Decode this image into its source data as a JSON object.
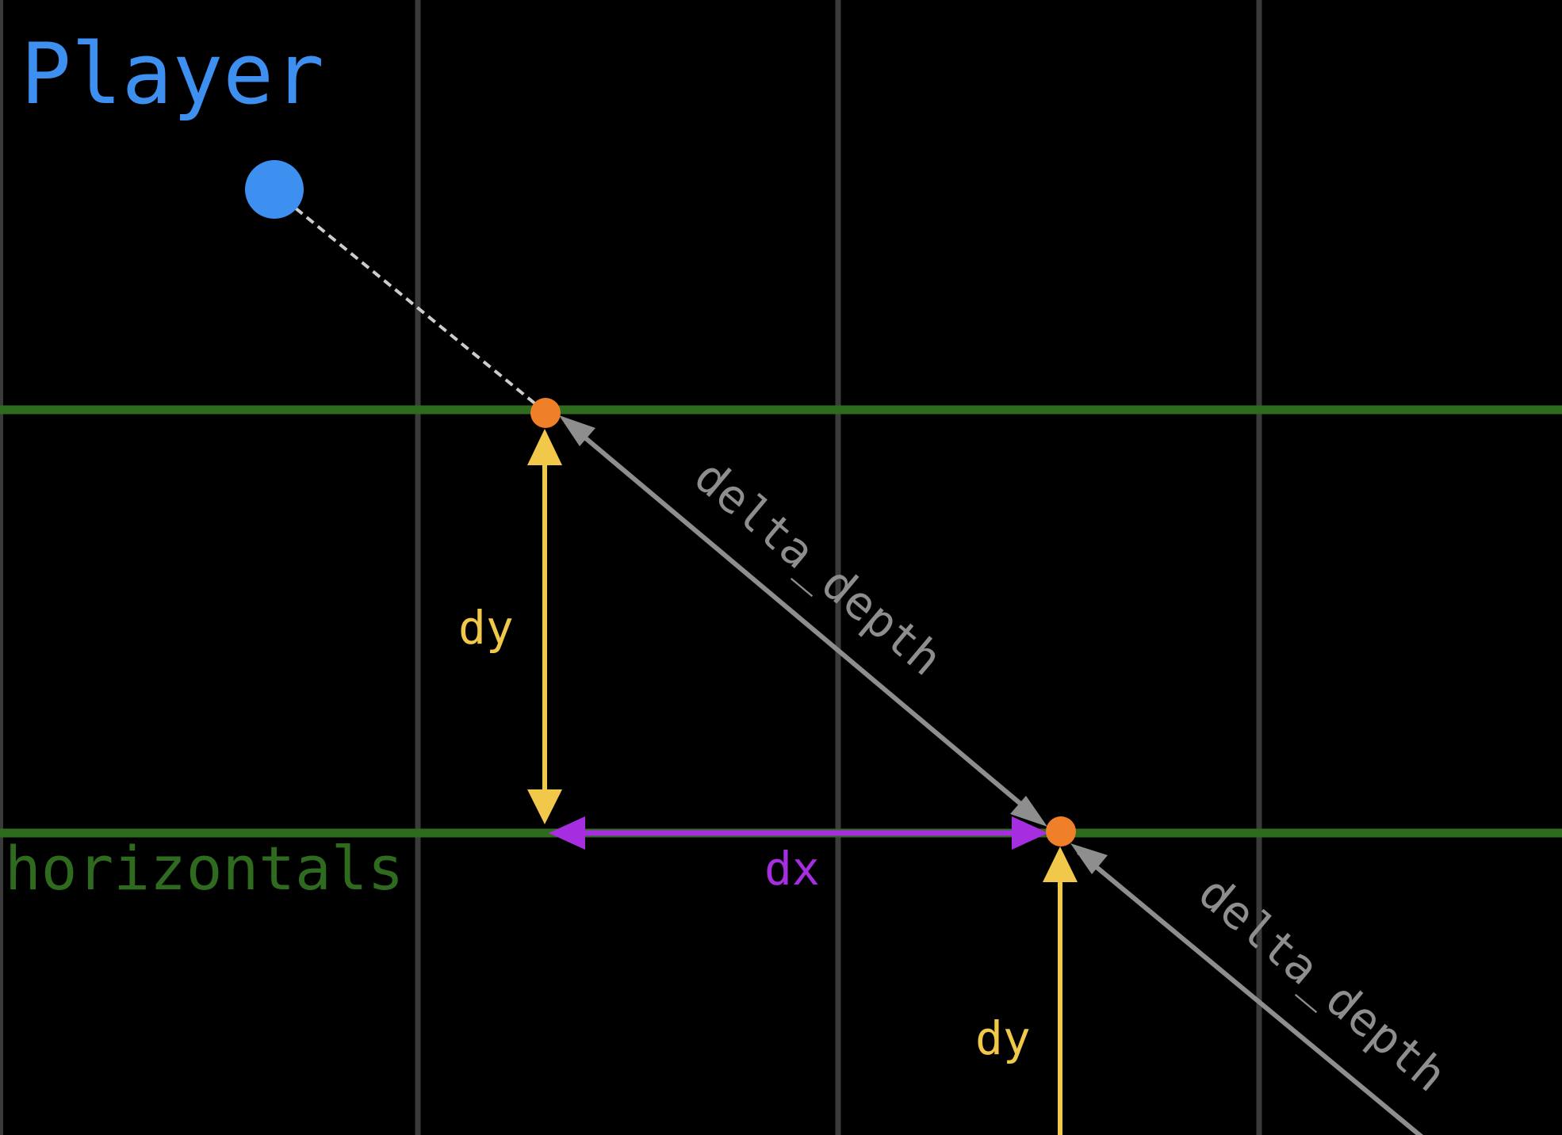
{
  "labels": {
    "player": "Player",
    "horizontals": "horizontals",
    "dx": "dx",
    "dy_first": "dy",
    "dy_second": "dy",
    "delta_depth_first": "delta_depth",
    "delta_depth_second": "delta_depth"
  },
  "colors": {
    "background": "#000000",
    "grid_line": "#3a3a3a",
    "horizontal_line": "#2f6b1f",
    "player": "#3d8ff0",
    "intersection": "#f07f2a",
    "dy_arrow": "#f2c84b",
    "dx_arrow": "#a62ee0",
    "delta_depth_arrow": "#8e8e8e",
    "ray_dashed": "#cccccc"
  }
}
